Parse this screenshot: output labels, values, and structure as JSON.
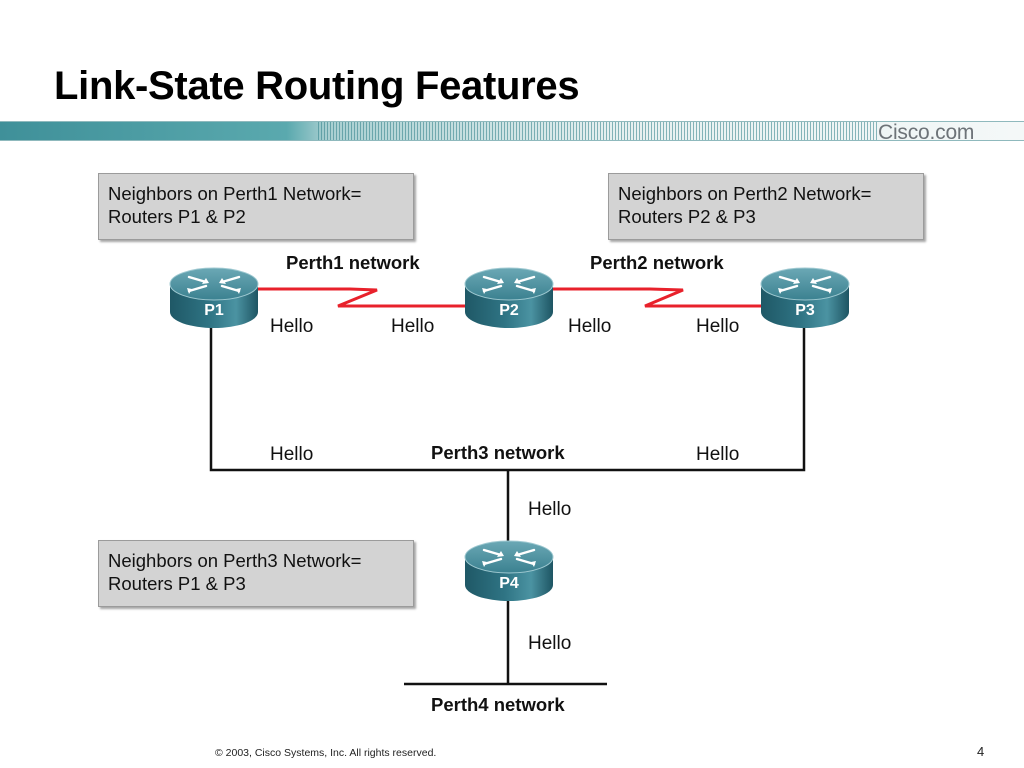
{
  "title": "Link-State Routing Features",
  "brand": "Cisco.com",
  "footer": "© 2003, Cisco Systems, Inc. All rights reserved.",
  "page_number": "4",
  "notes": [
    {
      "line1": "Neighbors on Perth1 Network=",
      "line2": "Routers P1 & P2"
    },
    {
      "line1": "Neighbors on Perth2 Network=",
      "line2": "Routers P2 & P3"
    },
    {
      "line1": "Neighbors on Perth3 Network=",
      "line2": "Routers P1 & P3"
    }
  ],
  "networks": {
    "perth1": "Perth1 network",
    "perth2": "Perth2 network",
    "perth3": "Perth3 network",
    "perth4": "Perth4 network"
  },
  "routers": [
    "P1",
    "P2",
    "P3",
    "P4"
  ],
  "hello_label": "Hello",
  "colors": {
    "serial_link": "#e8212b",
    "ethernet_link": "#111111",
    "router_body": "#2f7484",
    "banner_accent": "#4a9aa2"
  }
}
